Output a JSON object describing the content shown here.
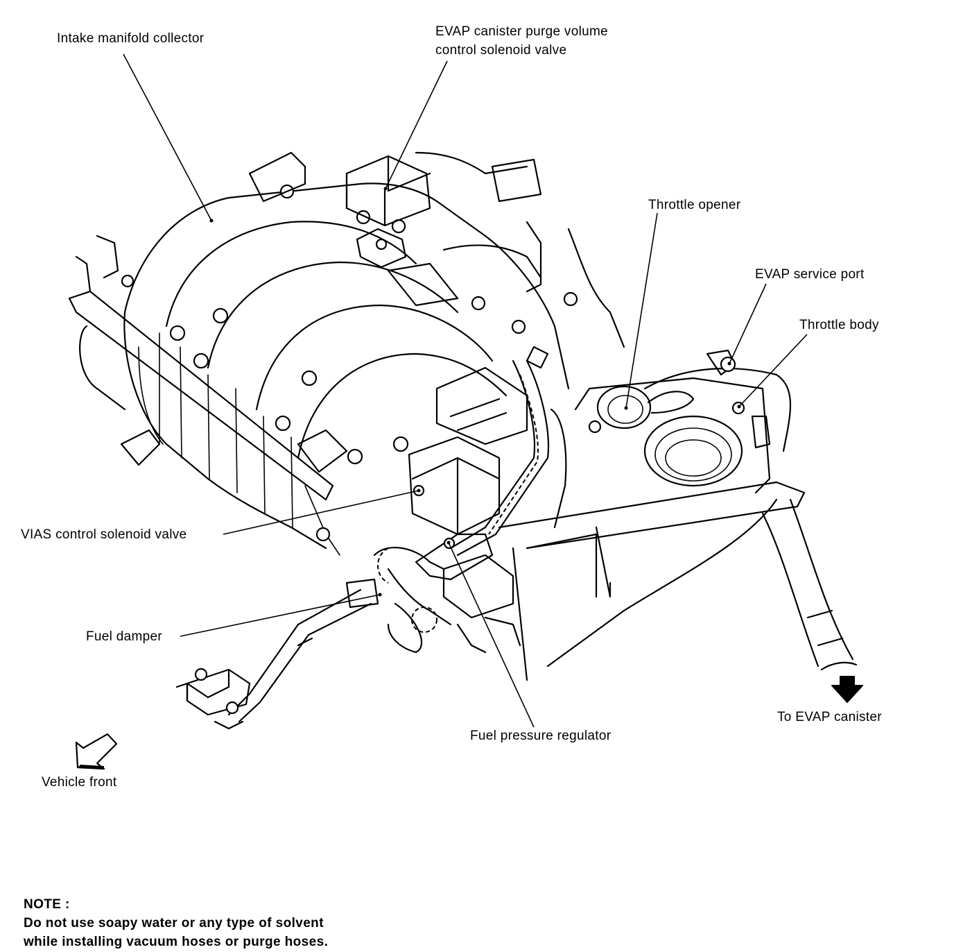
{
  "labels": {
    "intake_manifold_collector": "Intake manifold collector",
    "evap_purge_line1": "EVAP canister purge volume",
    "evap_purge_line2": "control solenoid valve",
    "throttle_opener": "Throttle opener",
    "evap_service_port": "EVAP service port",
    "throttle_body": "Throttle body",
    "vias_control_solenoid_valve": "VIAS control solenoid valve",
    "fuel_damper": "Fuel damper",
    "fuel_pressure_regulator": "Fuel pressure regulator",
    "to_evap_canister": "To EVAP canister",
    "vehicle_front": "Vehicle front"
  },
  "note": {
    "heading": "NOTE :",
    "line1": "Do not use soapy water or any type of solvent",
    "line2": "while installing vacuum hoses or purge hoses."
  },
  "colors": {
    "ink": "#000000",
    "paper": "#ffffff"
  }
}
